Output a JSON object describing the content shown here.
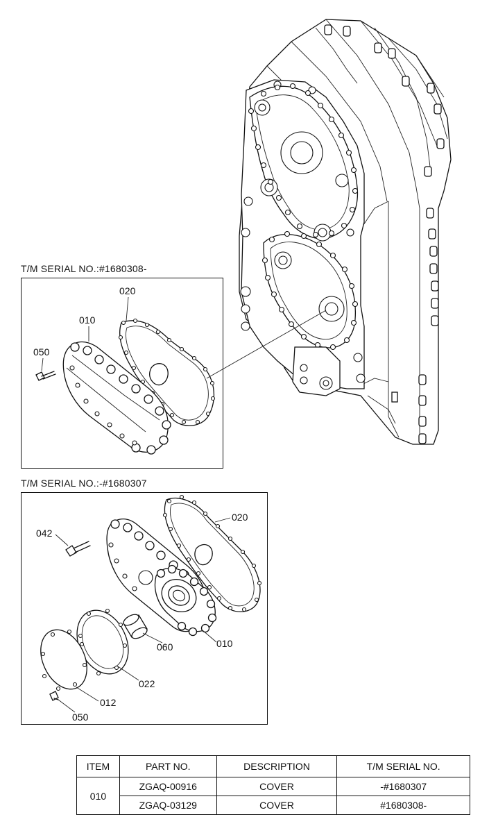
{
  "sections": {
    "upper": {
      "serial_caption": "T/M SERIAL NO.:#1680308-"
    },
    "lower": {
      "serial_caption": "T/M SERIAL NO.:-#1680307"
    }
  },
  "callouts": {
    "upper": [
      "020",
      "010",
      "050"
    ],
    "lower": [
      "020",
      "042",
      "010",
      "060",
      "022",
      "012",
      "050"
    ]
  },
  "table": {
    "headers": [
      "ITEM",
      "PART NO.",
      "DESCRIPTION",
      "T/M SERIAL NO."
    ],
    "item": "010",
    "rows": [
      {
        "part_no": "ZGAQ-00916",
        "description": "COVER",
        "serial": "-#1680307"
      },
      {
        "part_no": "ZGAQ-03129",
        "description": "COVER",
        "serial": "#1680308-"
      }
    ]
  }
}
